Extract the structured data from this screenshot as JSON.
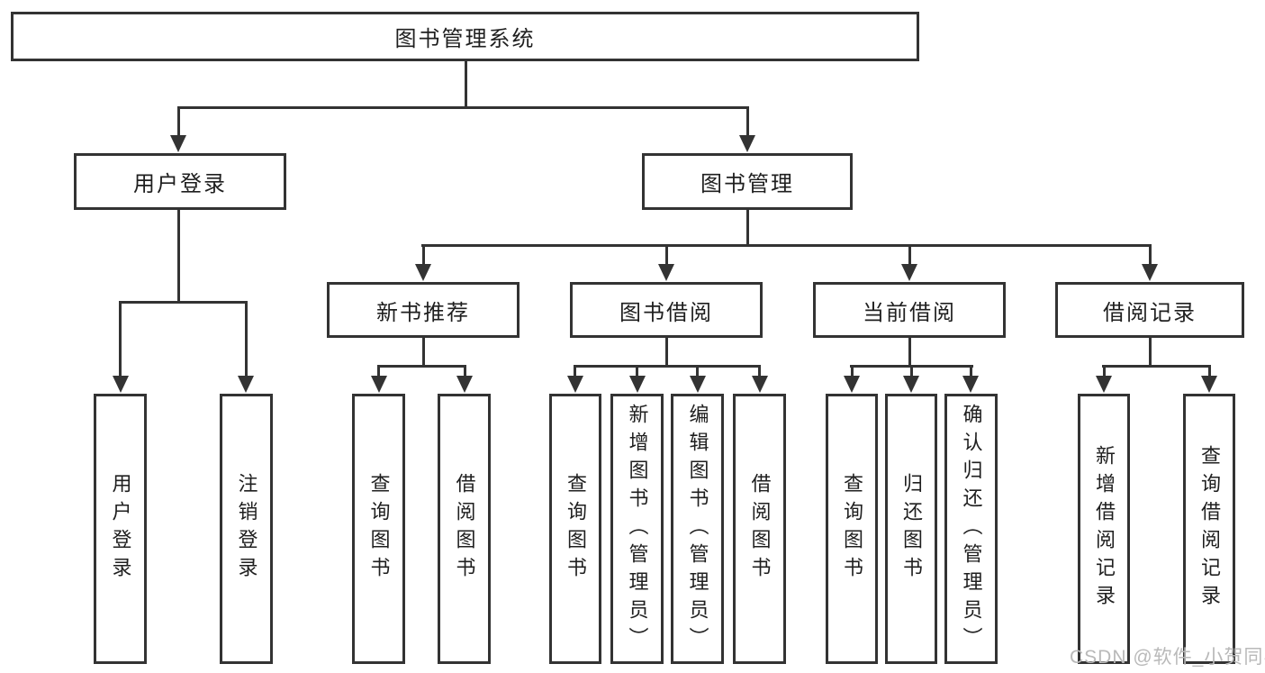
{
  "colors": {
    "line": "#333333",
    "text": "#1f1f1f",
    "background": "#ffffff",
    "watermark": "#b9b9b9"
  },
  "watermark": {
    "text": "CSDN @软件_小贺同学"
  },
  "tree": {
    "root": {
      "label": "图书管理系统"
    },
    "branches": [
      {
        "label": "用户登录",
        "children": [
          {
            "label": "用户登录"
          },
          {
            "label": "注销登录"
          }
        ]
      },
      {
        "label": "图书管理",
        "children": [
          {
            "label": "新书推荐",
            "children": [
              {
                "label": "查询图书"
              },
              {
                "label": "借阅图书"
              }
            ]
          },
          {
            "label": "图书借阅",
            "children": [
              {
                "label": "查询图书"
              },
              {
                "label": "新增图书（管理员）"
              },
              {
                "label": "编辑图书（管理员）"
              },
              {
                "label": "借阅图书"
              }
            ]
          },
          {
            "label": "当前借阅",
            "children": [
              {
                "label": "查询图书"
              },
              {
                "label": "归还图书"
              },
              {
                "label": "确认归还（管理员）"
              }
            ]
          },
          {
            "label": "借阅记录",
            "children": [
              {
                "label": "新增借阅记录"
              },
              {
                "label": "查询借阅记录"
              }
            ]
          }
        ]
      }
    ]
  }
}
